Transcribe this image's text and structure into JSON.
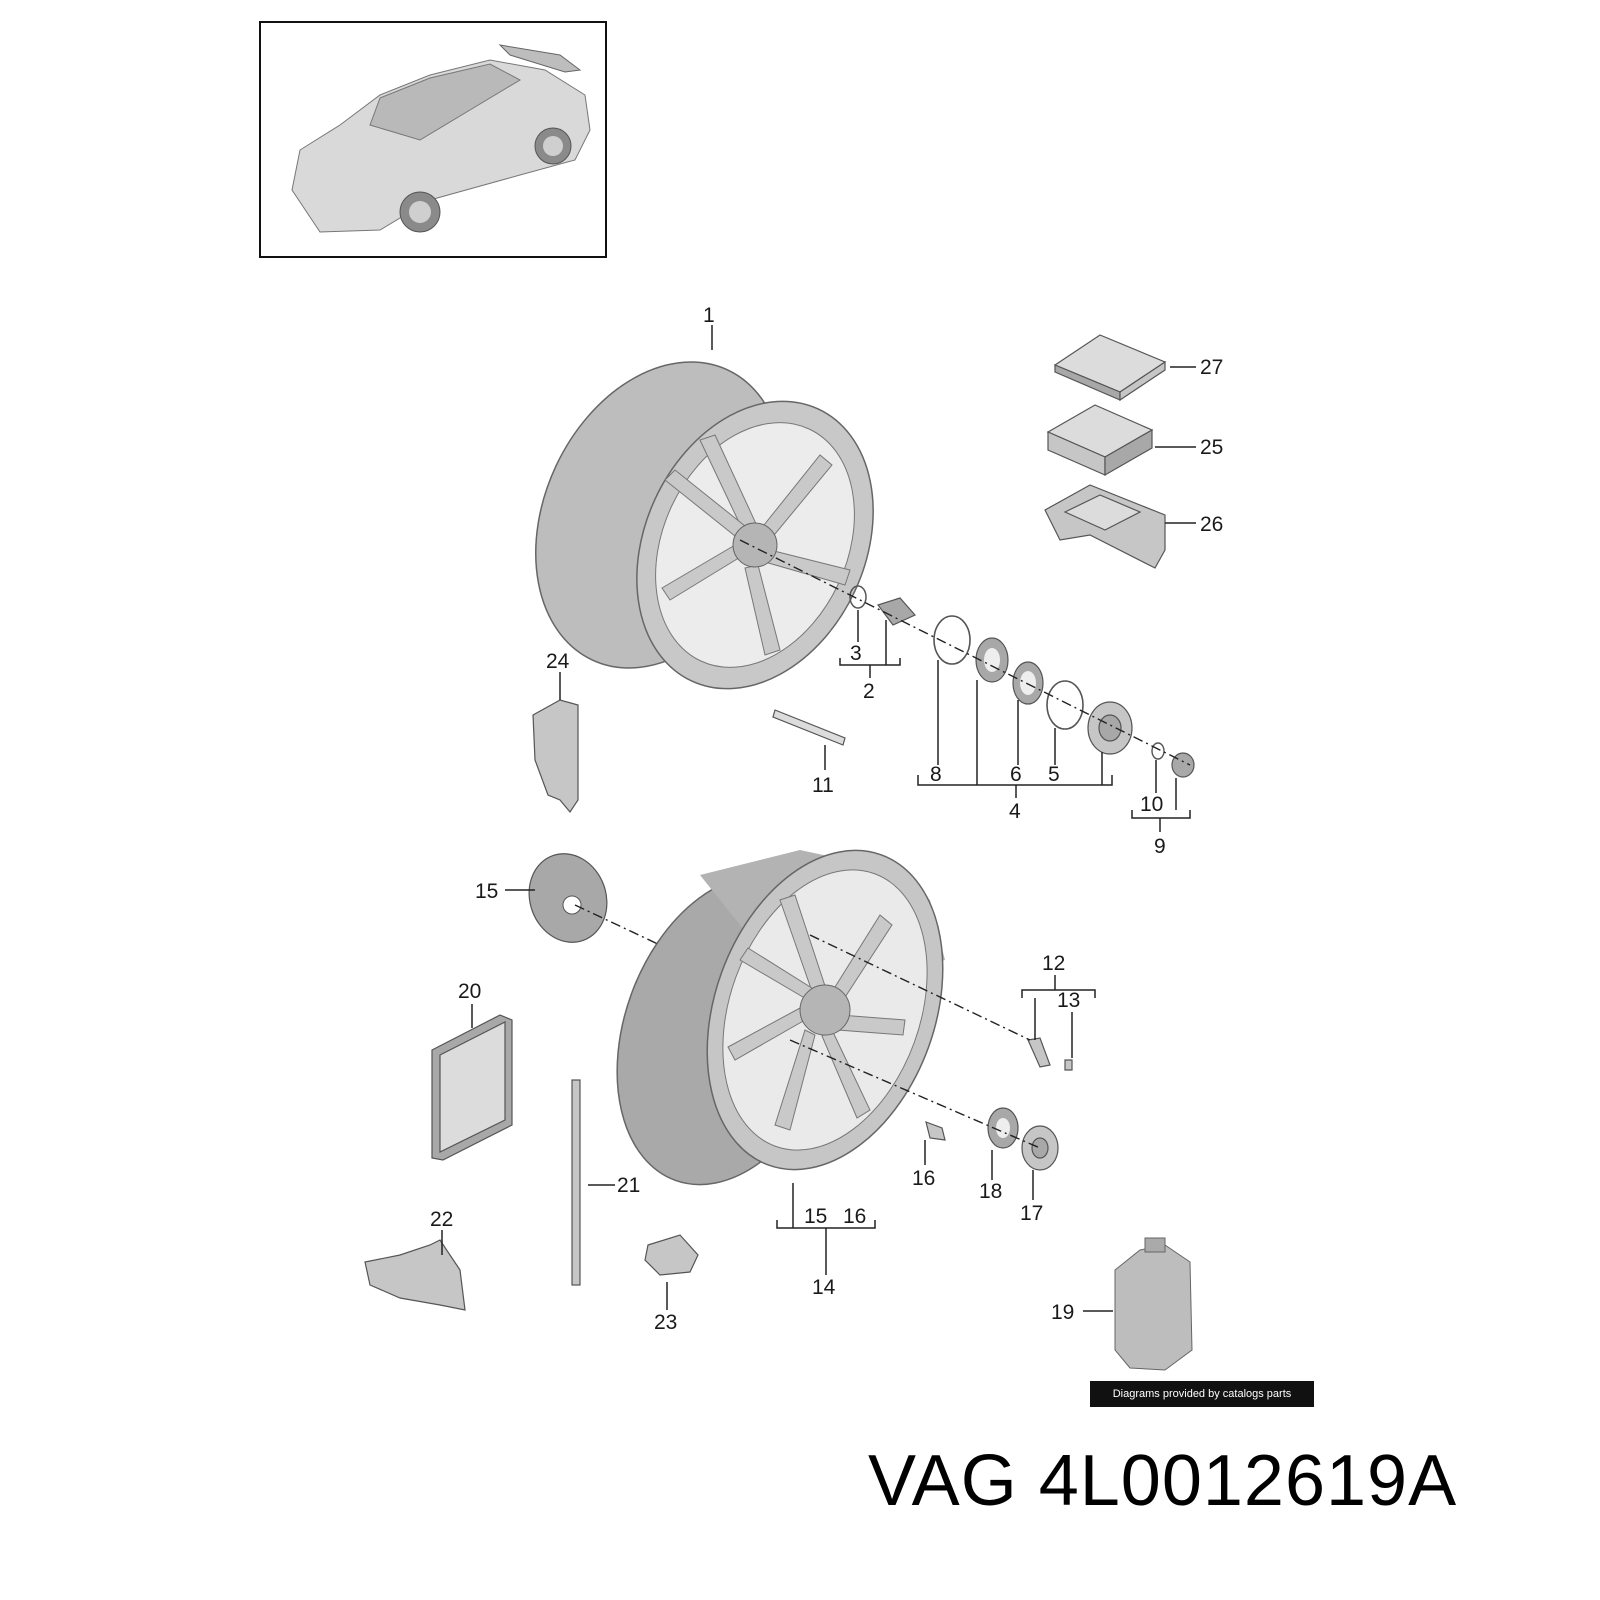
{
  "diagram": {
    "callouts": {
      "c1": "1",
      "c2": "2",
      "c3": "3",
      "c4": "4",
      "c5": "5",
      "c6": "6",
      "c8": "8",
      "c9": "9",
      "c10": "10",
      "c11": "11",
      "c12": "12",
      "c13": "13",
      "c14": "14",
      "c15a": "15",
      "c15b": "15",
      "c16a": "16",
      "c16b": "16",
      "c17": "17",
      "c18": "18",
      "c19": "19",
      "c20": "20",
      "c21": "21",
      "c22": "22",
      "c23": "23",
      "c24": "24",
      "c25": "25",
      "c26": "26",
      "c27": "27"
    }
  },
  "footer": {
    "credit": "Diagrams provided by catalogs parts",
    "part_number": "VAG 4L0012619A"
  }
}
